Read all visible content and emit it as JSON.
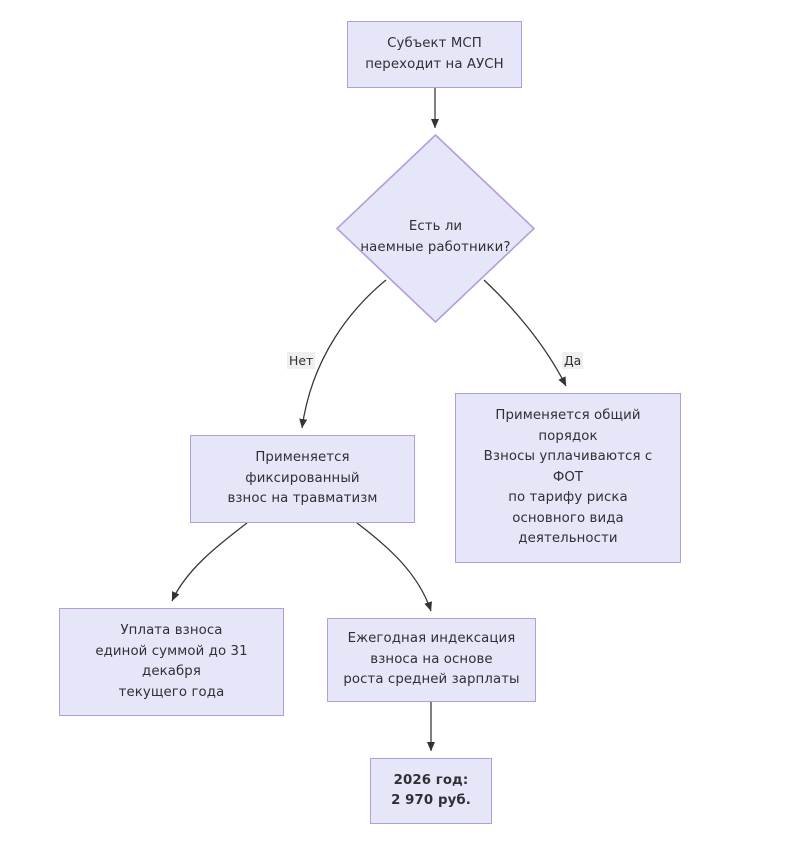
{
  "diagram": {
    "type": "flowchart",
    "title": "",
    "background_color": "#ffffff",
    "node_fill_color": "#e6e6f9",
    "node_border_color": "#b39ddb",
    "text_color": "#2f2f35",
    "edge_color": "#333333",
    "edge_label_background": "#efefef",
    "nodes": [
      {
        "id": "start",
        "shape": "rect",
        "label": "Субъект МСП\nпереходит на АУСН",
        "bold": false
      },
      {
        "id": "decision",
        "shape": "diamond",
        "label": "Есть ли\nнаемные работники?",
        "bold": false
      },
      {
        "id": "fixed",
        "shape": "rect",
        "label": "Применяется\nфиксированный\nвзнос на травматизм",
        "bold": false
      },
      {
        "id": "general",
        "shape": "rect",
        "label": "Применяется общий\nпорядок\nВзносы уплачиваются с\nФОТ\nпо тарифу риска\nосновного вида\nдеятельности",
        "bold": false
      },
      {
        "id": "payment",
        "shape": "rect",
        "label": "Уплата взноса\nединой суммой до 31\nдекабря\nтекущего года",
        "bold": false
      },
      {
        "id": "indexation",
        "shape": "rect",
        "label": "Ежегодная индексация\nвзноса на основе\nроста средней зарплаты",
        "bold": false
      },
      {
        "id": "amount",
        "shape": "rect",
        "label": "2026 год:\n2 970 руб.",
        "bold": true
      }
    ],
    "edges": [
      {
        "id": "e1",
        "from": "start",
        "to": "decision",
        "label": ""
      },
      {
        "id": "e2",
        "from": "decision",
        "to": "fixed",
        "label": "Нет"
      },
      {
        "id": "e3",
        "from": "decision",
        "to": "general",
        "label": "Да"
      },
      {
        "id": "e4",
        "from": "fixed",
        "to": "payment",
        "label": ""
      },
      {
        "id": "e5",
        "from": "fixed",
        "to": "indexation",
        "label": ""
      },
      {
        "id": "e6",
        "from": "indexation",
        "to": "amount",
        "label": ""
      }
    ]
  }
}
